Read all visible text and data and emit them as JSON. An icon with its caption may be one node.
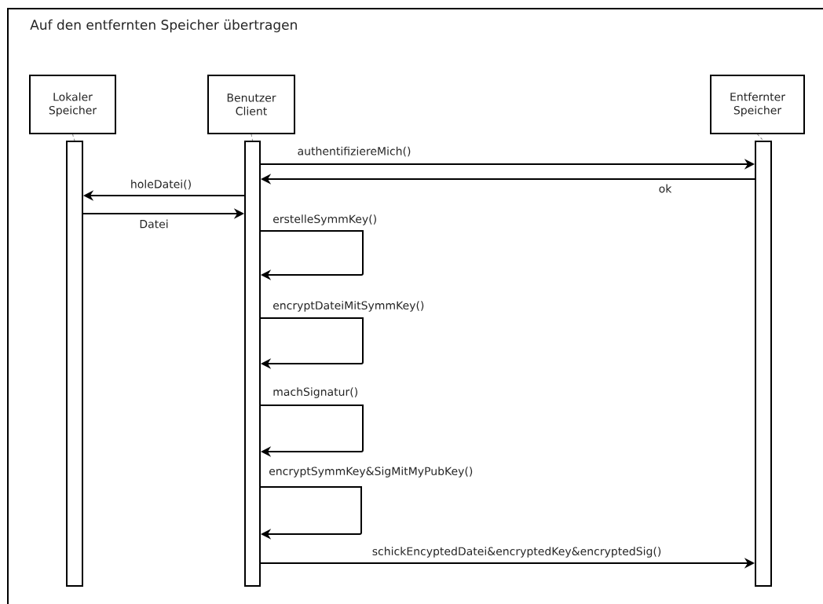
{
  "diagram": {
    "title": "Auf den entfernten Speicher übertragen",
    "nodes": [
      {
        "text": [
          "Lokaler Speicher"
        ]
      },
      {
        "text": [
          "Benutzer Client"
        ]
      },
      {
        "text": [
          "Entfernter Speicher"
        ]
      },
      {
        "text": [],
        "shape": "bar"
      },
      {
        "text": [],
        "shape": "bar"
      },
      {
        "text": [],
        "shape": "bar"
      }
    ],
    "edges": [
      {
        "from": 4,
        "to": 5,
        "arrow": "to",
        "label": "authentifiziereMich()"
      },
      {
        "from": 5,
        "to": 4,
        "arrow": "to",
        "label": "ok"
      },
      {
        "from": 4,
        "to": 3,
        "arrow": "to",
        "label": "holeDatei()"
      },
      {
        "from": 3,
        "to": 4,
        "arrow": "to",
        "label": "Datei"
      },
      {
        "from": 4,
        "to": 4,
        "arrow": "to",
        "label": "erstelleSymmKey()"
      },
      {
        "from": 4,
        "to": 4,
        "arrow": "to",
        "label": "encryptDateiMitSymmKey()"
      },
      {
        "from": 4,
        "to": 4,
        "arrow": "to",
        "label": "machSignatur()"
      },
      {
        "from": 4,
        "to": 4,
        "arrow": "to",
        "label": "encryptSymmKey&SigMitMyPubKey()"
      },
      {
        "from": 4,
        "to": 5,
        "arrow": "to",
        "label": "schickEncyptedDatei&encryptedKey&encryptedSig()"
      },
      {
        "from": 0,
        "to": 3,
        "arrow": "none",
        "style": "dashed",
        "color": "#808080"
      },
      {
        "from": 1,
        "to": 4,
        "arrow": "none",
        "style": "dashed",
        "color": "#808080"
      },
      {
        "from": 2,
        "to": 5,
        "arrow": "none",
        "style": "dashed",
        "color": "#808080"
      }
    ]
  }
}
